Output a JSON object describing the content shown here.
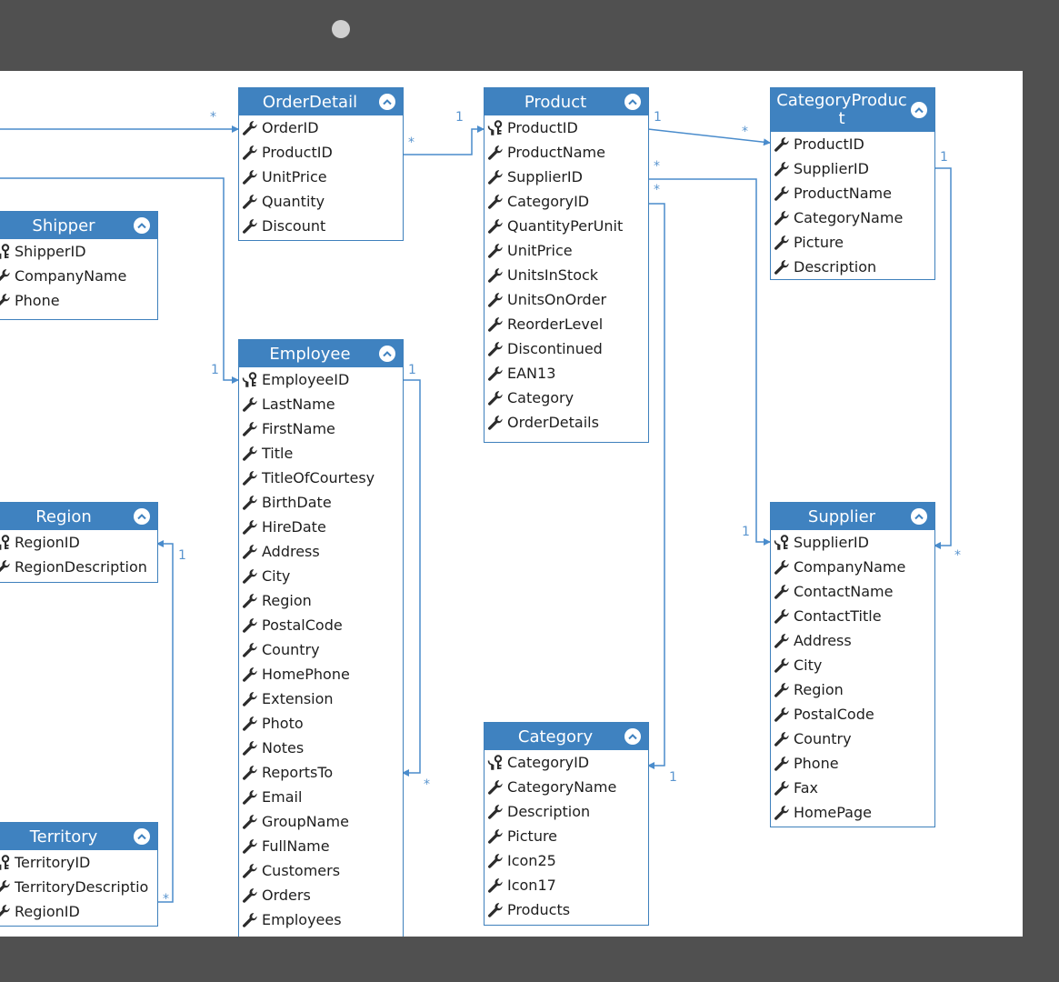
{
  "entities": {
    "orderdetail": {
      "title": "OrderDetail",
      "fields": [
        {
          "name": "OrderID",
          "icon": "wrench-icon"
        },
        {
          "name": "ProductID",
          "icon": "wrench-icon"
        },
        {
          "name": "UnitPrice",
          "icon": "wrench-icon"
        },
        {
          "name": "Quantity",
          "icon": "wrench-icon"
        },
        {
          "name": "Discount",
          "icon": "wrench-icon"
        }
      ]
    },
    "product": {
      "title": "Product",
      "fields": [
        {
          "name": "ProductID",
          "icon": "primary-key-icon"
        },
        {
          "name": "ProductName",
          "icon": "wrench-icon"
        },
        {
          "name": "SupplierID",
          "icon": "wrench-icon"
        },
        {
          "name": "CategoryID",
          "icon": "wrench-icon"
        },
        {
          "name": "QuantityPerUnit",
          "icon": "wrench-icon"
        },
        {
          "name": "UnitPrice",
          "icon": "wrench-icon"
        },
        {
          "name": "UnitsInStock",
          "icon": "wrench-icon"
        },
        {
          "name": "UnitsOnOrder",
          "icon": "wrench-icon"
        },
        {
          "name": "ReorderLevel",
          "icon": "wrench-icon"
        },
        {
          "name": "Discontinued",
          "icon": "wrench-icon"
        },
        {
          "name": "EAN13",
          "icon": "wrench-icon"
        },
        {
          "name": "Category",
          "icon": "wrench-icon"
        },
        {
          "name": "OrderDetails",
          "icon": "wrench-icon"
        }
      ]
    },
    "categoryproduct": {
      "title": "CategoryProduct",
      "fields": [
        {
          "name": "ProductID",
          "icon": "wrench-icon"
        },
        {
          "name": "SupplierID",
          "icon": "wrench-icon"
        },
        {
          "name": "ProductName",
          "icon": "wrench-icon"
        },
        {
          "name": "CategoryName",
          "icon": "wrench-icon"
        },
        {
          "name": "Picture",
          "icon": "wrench-icon"
        },
        {
          "name": "Description",
          "icon": "wrench-icon"
        }
      ]
    },
    "shipper": {
      "title": "Shipper",
      "fields": [
        {
          "name": "ShipperID",
          "icon": "primary-key-icon"
        },
        {
          "name": "CompanyName",
          "icon": "wrench-icon"
        },
        {
          "name": "Phone",
          "icon": "wrench-icon"
        }
      ]
    },
    "employee": {
      "title": "Employee",
      "fields": [
        {
          "name": "EmployeeID",
          "icon": "primary-key-icon"
        },
        {
          "name": "LastName",
          "icon": "wrench-icon"
        },
        {
          "name": "FirstName",
          "icon": "wrench-icon"
        },
        {
          "name": "Title",
          "icon": "wrench-icon"
        },
        {
          "name": "TitleOfCourtesy",
          "icon": "wrench-icon"
        },
        {
          "name": "BirthDate",
          "icon": "wrench-icon"
        },
        {
          "name": "HireDate",
          "icon": "wrench-icon"
        },
        {
          "name": "Address",
          "icon": "wrench-icon"
        },
        {
          "name": "City",
          "icon": "wrench-icon"
        },
        {
          "name": "Region",
          "icon": "wrench-icon"
        },
        {
          "name": "PostalCode",
          "icon": "wrench-icon"
        },
        {
          "name": "Country",
          "icon": "wrench-icon"
        },
        {
          "name": "HomePhone",
          "icon": "wrench-icon"
        },
        {
          "name": "Extension",
          "icon": "wrench-icon"
        },
        {
          "name": "Photo",
          "icon": "wrench-icon"
        },
        {
          "name": "Notes",
          "icon": "wrench-icon"
        },
        {
          "name": "ReportsTo",
          "icon": "wrench-icon"
        },
        {
          "name": "Email",
          "icon": "wrench-icon"
        },
        {
          "name": "GroupName",
          "icon": "wrench-icon"
        },
        {
          "name": "FullName",
          "icon": "wrench-icon"
        },
        {
          "name": "Customers",
          "icon": "wrench-icon"
        },
        {
          "name": "Orders",
          "icon": "wrench-icon"
        },
        {
          "name": "Employees",
          "icon": "wrench-icon"
        }
      ]
    },
    "region": {
      "title": "Region",
      "fields": [
        {
          "name": "RegionID",
          "icon": "primary-key-icon"
        },
        {
          "name": "RegionDescription",
          "icon": "wrench-icon"
        }
      ]
    },
    "territory": {
      "title": "Territory",
      "fields": [
        {
          "name": "TerritoryID",
          "icon": "primary-key-icon"
        },
        {
          "name": "TerritoryDescriptio",
          "icon": "wrench-icon"
        },
        {
          "name": "RegionID",
          "icon": "wrench-icon"
        }
      ]
    },
    "category": {
      "title": "Category",
      "fields": [
        {
          "name": "CategoryID",
          "icon": "primary-key-icon"
        },
        {
          "name": "CategoryName",
          "icon": "wrench-icon"
        },
        {
          "name": "Description",
          "icon": "wrench-icon"
        },
        {
          "name": "Picture",
          "icon": "wrench-icon"
        },
        {
          "name": "Icon25",
          "icon": "wrench-icon"
        },
        {
          "name": "Icon17",
          "icon": "wrench-icon"
        },
        {
          "name": "Products",
          "icon": "wrench-icon"
        }
      ]
    },
    "supplier": {
      "title": "Supplier",
      "fields": [
        {
          "name": "SupplierID",
          "icon": "primary-key-icon"
        },
        {
          "name": "CompanyName",
          "icon": "wrench-icon"
        },
        {
          "name": "ContactName",
          "icon": "wrench-icon"
        },
        {
          "name": "ContactTitle",
          "icon": "wrench-icon"
        },
        {
          "name": "Address",
          "icon": "wrench-icon"
        },
        {
          "name": "City",
          "icon": "wrench-icon"
        },
        {
          "name": "Region",
          "icon": "wrench-icon"
        },
        {
          "name": "PostalCode",
          "icon": "wrench-icon"
        },
        {
          "name": "Country",
          "icon": "wrench-icon"
        },
        {
          "name": "Phone",
          "icon": "wrench-icon"
        },
        {
          "name": "Fax",
          "icon": "wrench-icon"
        },
        {
          "name": "HomePage",
          "icon": "wrench-icon"
        }
      ]
    }
  },
  "multiplicity": {
    "one": "1",
    "many": "*"
  },
  "colors": {
    "header": "#3f82c0",
    "line": "#4a8ccc",
    "backdrop": "#505050"
  }
}
